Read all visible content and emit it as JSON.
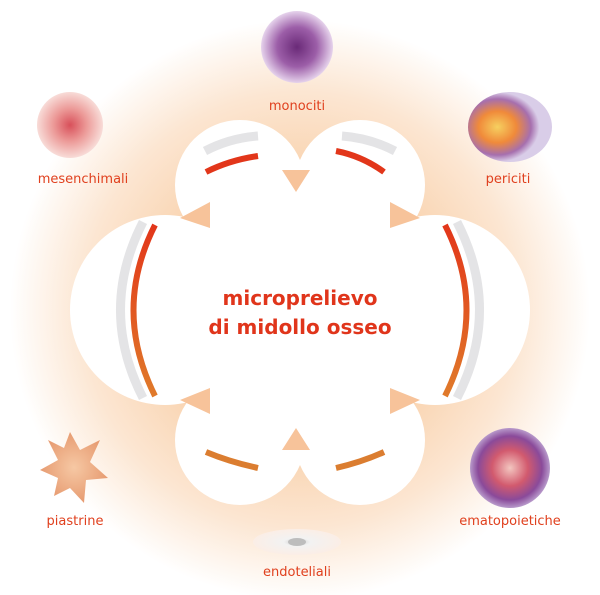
{
  "center_title": {
    "line1": "microprelievo",
    "line2": "di midollo osseo"
  },
  "cells": {
    "monociti": "monociti",
    "mesenchimali": "mesenchimali",
    "periciti": "periciti",
    "piastrine": "piastrine",
    "ematopoietiche": "ematopoietiche",
    "endoteliali": "endoteliali"
  },
  "colors": {
    "accent": "#e0401e",
    "arrow": "#f7c9a0",
    "glow": "#fbe3cc"
  }
}
